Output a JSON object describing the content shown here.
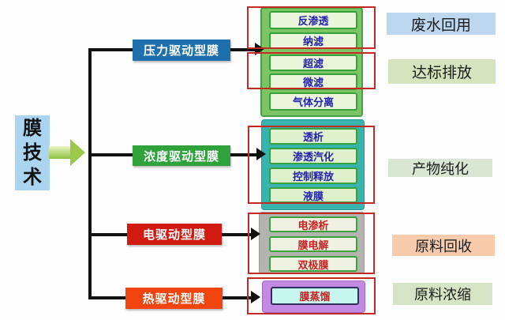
{
  "root": {
    "label": "膜技术",
    "chars": [
      "膜",
      "技",
      "术"
    ],
    "bg": "#aad4f0"
  },
  "branches": [
    {
      "label": "压力驱动型膜",
      "bg": "#1e6fad",
      "container_bg": "#7cc464",
      "item_bg": "#eaf5da",
      "item_text": "#2323b0",
      "items": [
        "反渗透",
        "纳滤",
        "超滤",
        "微滤",
        "气体分离"
      ]
    },
    {
      "label": "浓度驱动型膜",
      "bg": "#2fa23b",
      "container_bg": "#38b3ae",
      "item_bg": "#dff0cd",
      "item_text": "#2323b0",
      "items": [
        "透析",
        "渗透汽化",
        "控制释放",
        "液膜"
      ]
    },
    {
      "label": "电驱动型膜",
      "bg": "#d11a10",
      "container_bg": "#b2b4ae",
      "item_bg": "#eef0e2",
      "item_text": "#cc1f1f",
      "items": [
        "电渗析",
        "膜电解",
        "双极膜"
      ]
    },
    {
      "label": "热驱动型膜",
      "bg": "#f1440e",
      "container_bg": "#c28ae2",
      "item_bg": "#c6f6ee",
      "item_text": "#cc1f1f",
      "items": [
        "膜蒸馏"
      ]
    }
  ],
  "applications": [
    {
      "label": "废水回用",
      "bg": "#bdd7ee"
    },
    {
      "label": "达标排放",
      "bg": "#d6e3bc"
    },
    {
      "label": "产物纯化",
      "bg": "#d9e7d2"
    },
    {
      "label": "原料回收",
      "bg": "#f8cbad"
    },
    {
      "label": "原料浓缩",
      "bg": "#d6e4c6"
    }
  ],
  "colors": {
    "highlight_box": "#c22a22",
    "connector_line": "#111111",
    "arrow_gradient_start": "#e9f5c2",
    "arrow_gradient_end": "#8fbf42"
  }
}
